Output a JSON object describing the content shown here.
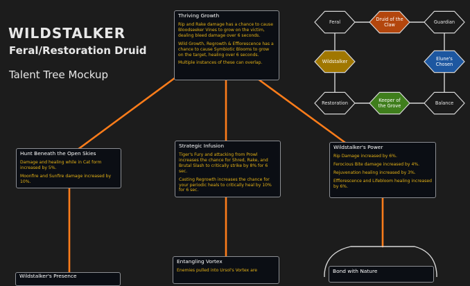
{
  "header": {
    "title": "WILDSTALKER",
    "subtitle": "Feral/Restoration Druid",
    "mockup_label": "Talent Tree Mockup"
  },
  "colors": {
    "background": "#1c1c1c",
    "connector": "#ff7d1a",
    "card_bg": "#0b0e14",
    "card_border": "#8d8f94",
    "talent_title": "#ffffff",
    "talent_desc": "#e6b316",
    "hex_neutral": "#1b1b1b",
    "hex_druid_claw": "#b3460d",
    "hex_wildstalker": "#a07700",
    "hex_elunes_chosen": "#1d57a0",
    "hex_keeper_grove": "#3f7e1c"
  },
  "hero_spec_diagram": {
    "nodes": [
      {
        "id": "feral",
        "label": [
          "Feral"
        ],
        "color": "#1b1b1b",
        "text_color": "#e8e8e8"
      },
      {
        "id": "druid_claw",
        "label": [
          "Druid of the",
          "Claw"
        ],
        "color": "#b3460d",
        "text_color": "#ffffff"
      },
      {
        "id": "guardian",
        "label": [
          "Guardian"
        ],
        "color": "#1b1b1b",
        "text_color": "#e8e8e8"
      },
      {
        "id": "wildstalker",
        "label": [
          "Wildstalker"
        ],
        "color": "#a07700",
        "text_color": "#ffffff"
      },
      {
        "id": "elunes_chosen",
        "label": [
          "Elune's",
          "Chosen"
        ],
        "color": "#1d57a0",
        "text_color": "#ffffff"
      },
      {
        "id": "restoration",
        "label": [
          "Restoration"
        ],
        "color": "#1b1b1b",
        "text_color": "#e8e8e8"
      },
      {
        "id": "keeper_grove",
        "label": [
          "Keeper of",
          "the Grove"
        ],
        "color": "#3f7e1c",
        "text_color": "#ffffff"
      },
      {
        "id": "balance",
        "label": [
          "Balance"
        ],
        "color": "#1b1b1b",
        "text_color": "#e8e8e8"
      }
    ]
  },
  "talents": {
    "thriving_growth": {
      "name": "Thriving Growth",
      "lines": [
        "Rip and Rake damage has a chance to cause Bloodseeker Vines to grow on the victim, dealing bleed damage over 6 seconds.",
        "Wild Growth, Regrowth & Efflorescence has a chance to cause Symbiotic Blooms to grow on the target, healing over 6 seconds.",
        "Multiple instances of these can overlap."
      ]
    },
    "hunt_beneath": {
      "name": "Hunt Beneath the Open Skies",
      "lines": [
        "Damage and healing while in Cat form increased by 5%.",
        "Moonfire and Sunfire damage increased by 10%."
      ]
    },
    "strategic_infusion": {
      "name": "Strategic Infusion",
      "lines": [
        "Tiger's Fury and attacking from Prowl increases the chance for Shred, Rake, and Brutal Slash to critically strike by 8% for 6 sec.",
        "Casting Regrowth increases the chance for your periodic heals to critically heal by 10% for 6 sec."
      ]
    },
    "wildstalkers_power": {
      "name": "Wildstalker's Power",
      "lines": [
        "Rip Damage increased by 6%.",
        "Ferocious Bite damage increased by 4%.",
        "Rejuvenation healing increased by 3%.",
        "Efflorescence and Lifebloom healing increased by 6%."
      ]
    },
    "entangling_vortex": {
      "name": "Entangling Vortex",
      "lines": [
        "Enemies pulled into Ursol's Vortex are"
      ]
    },
    "bond_with_nature": {
      "name": "Bond with Nature",
      "lines": []
    },
    "wildstalkers_presence": {
      "name": "Wildstalker's Presence",
      "lines": []
    }
  }
}
